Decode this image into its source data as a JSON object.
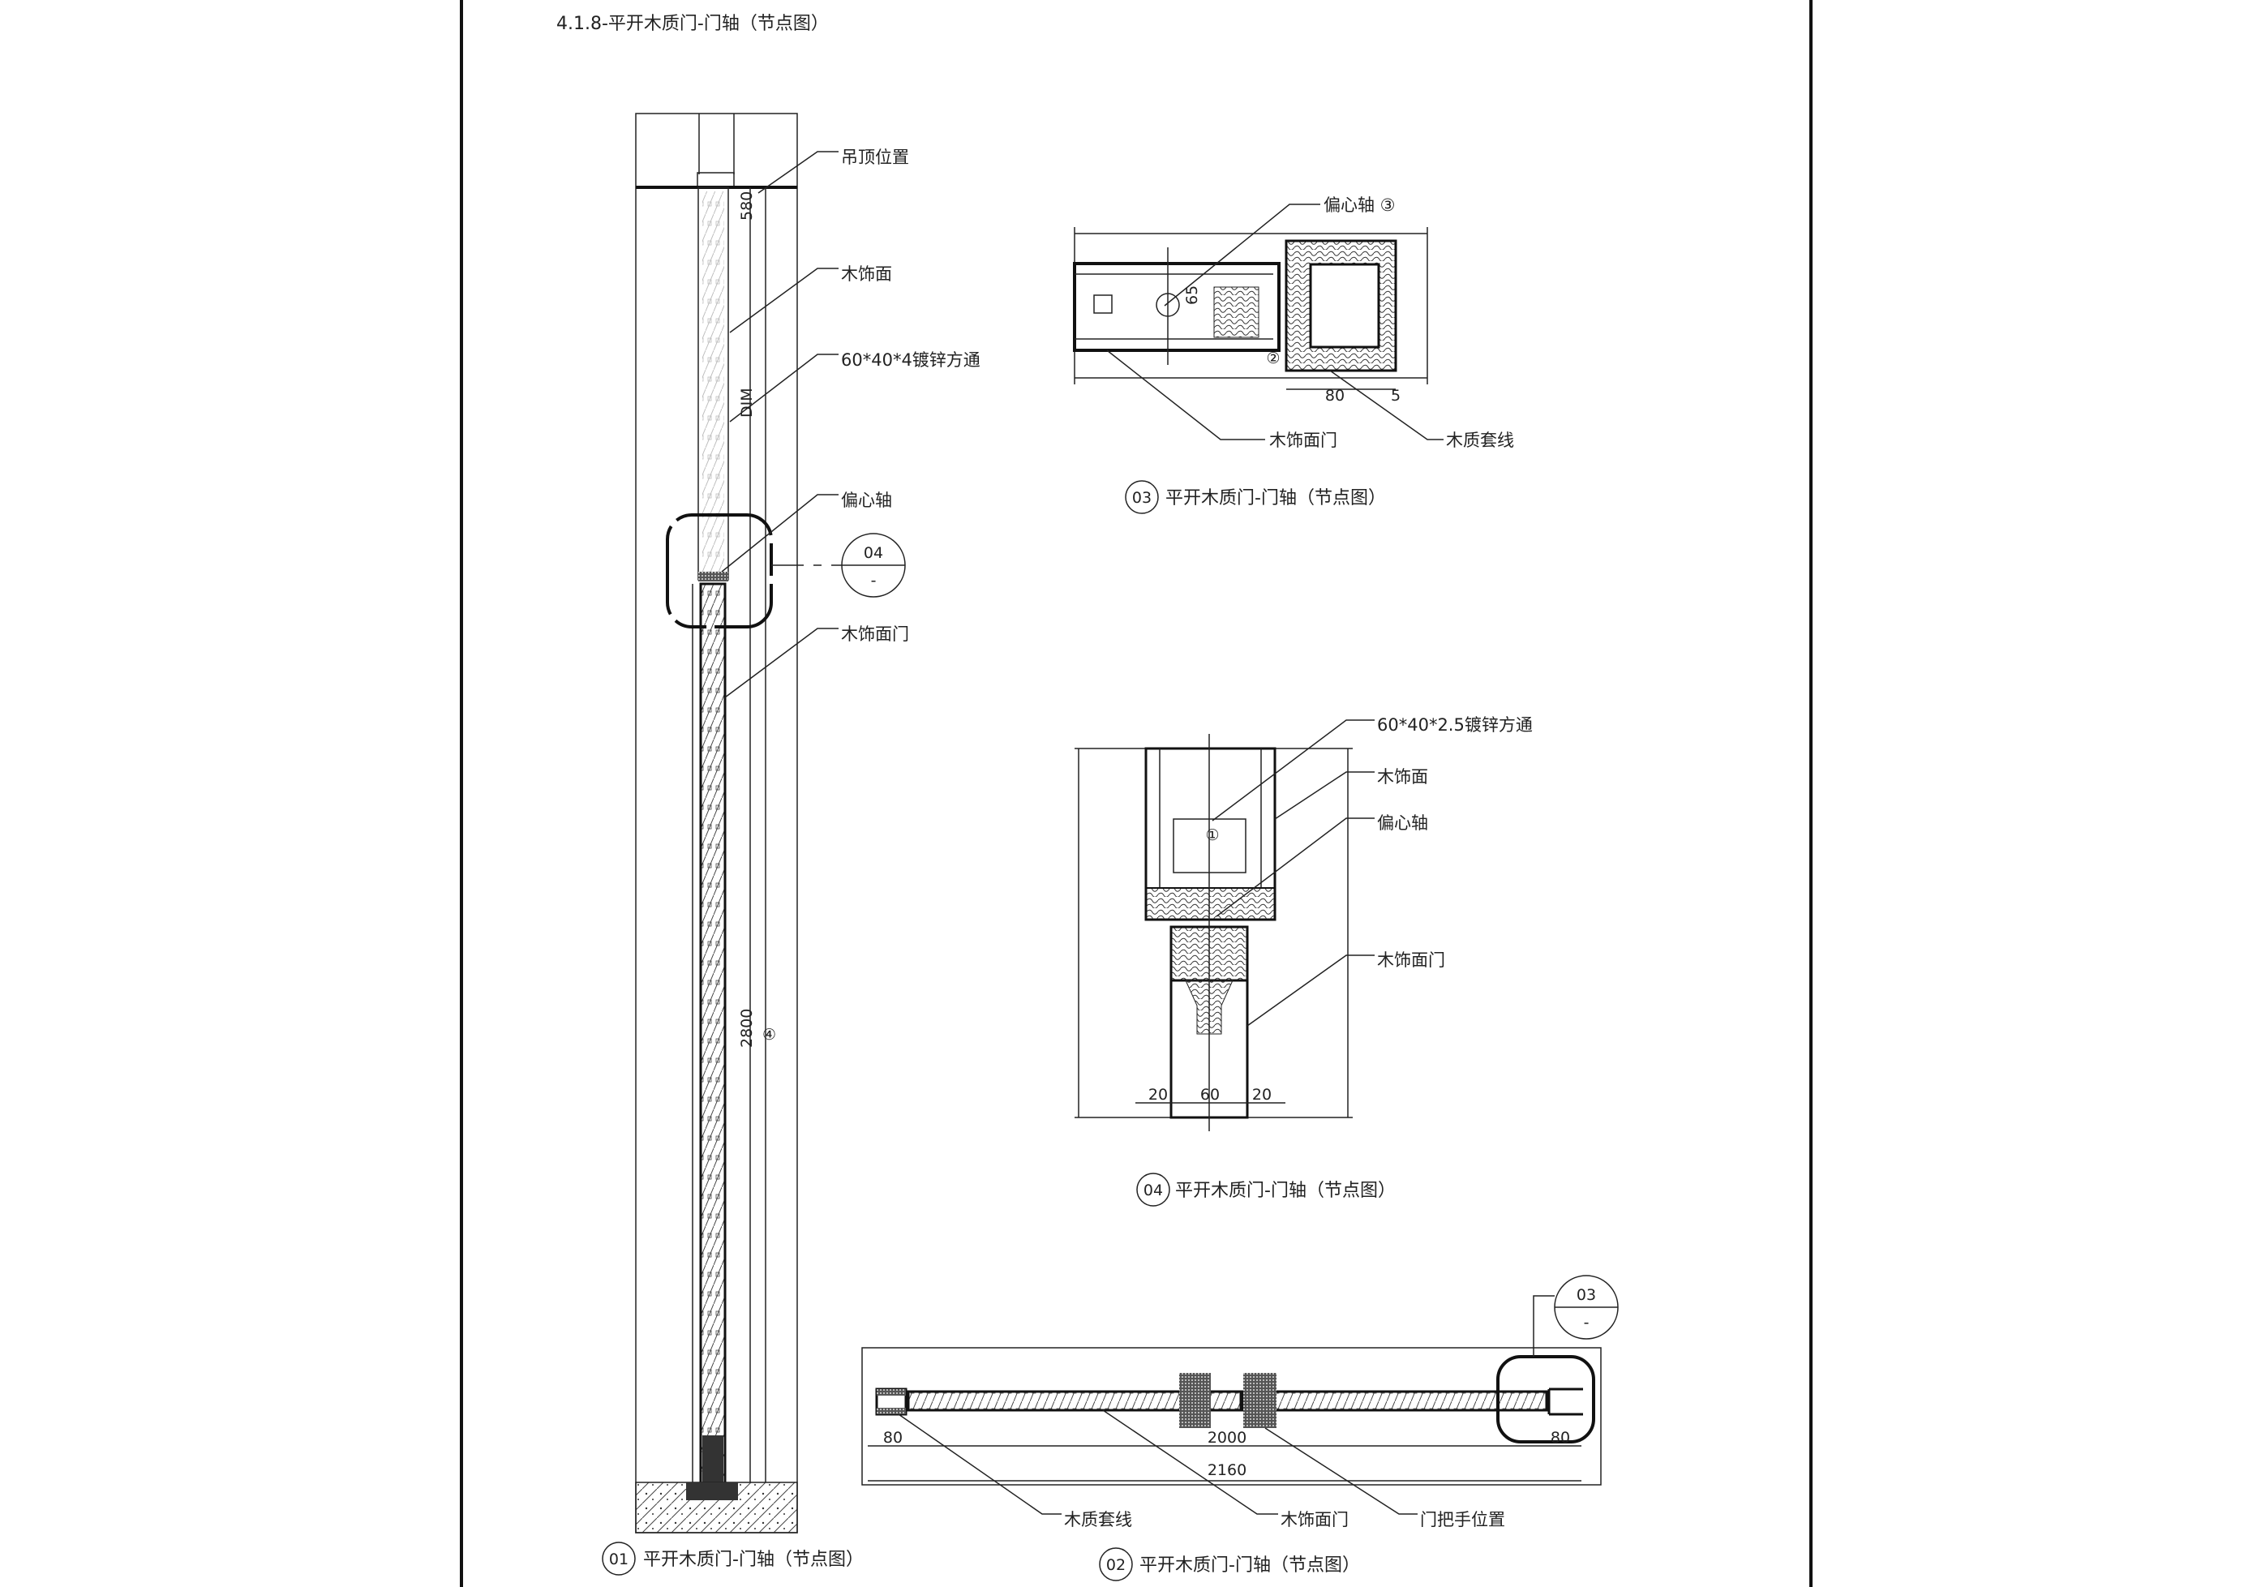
{
  "sheet": {
    "title": "4.1.8-平开木质门-门轴（节点图）"
  },
  "detail_01": {
    "number": "01",
    "caption": "平开木质门-门轴（节点图）",
    "labels": [
      "吊顶位置",
      "木饰面",
      "60*40*4镀锌方通",
      "偏心轴",
      "木饰面门"
    ],
    "dims": {
      "top": "580",
      "mid": "DIM",
      "height": "2800",
      "marker": "④"
    },
    "callout": {
      "ref": "04",
      "sheet": "-"
    }
  },
  "detail_02": {
    "number": "02",
    "caption": "平开木质门-门轴（节点图）",
    "labels": [
      "木质套线",
      "木饰面门",
      "门把手位置"
    ],
    "dims": {
      "left": "80",
      "inner": "2000",
      "right": "80",
      "total": "2160"
    },
    "callout": {
      "ref": "03",
      "sheet": "-"
    }
  },
  "detail_03": {
    "number": "03",
    "caption": "平开木质门-门轴（节点图）",
    "labels": {
      "pivot": "偏心轴 ③",
      "door": "木饰面门",
      "casing": "木质套线"
    },
    "dims": {
      "width": "80",
      "gap": "5",
      "pivot": "65"
    },
    "marker": "②"
  },
  "detail_04": {
    "number": "04",
    "caption": "平开木质门-门轴（节点图）",
    "labels": [
      "60*40*2.5镀锌方通",
      "木饰面",
      "偏心轴",
      "木饰面门"
    ],
    "dims": [
      "20",
      "60",
      "20"
    ],
    "marker": "①"
  }
}
